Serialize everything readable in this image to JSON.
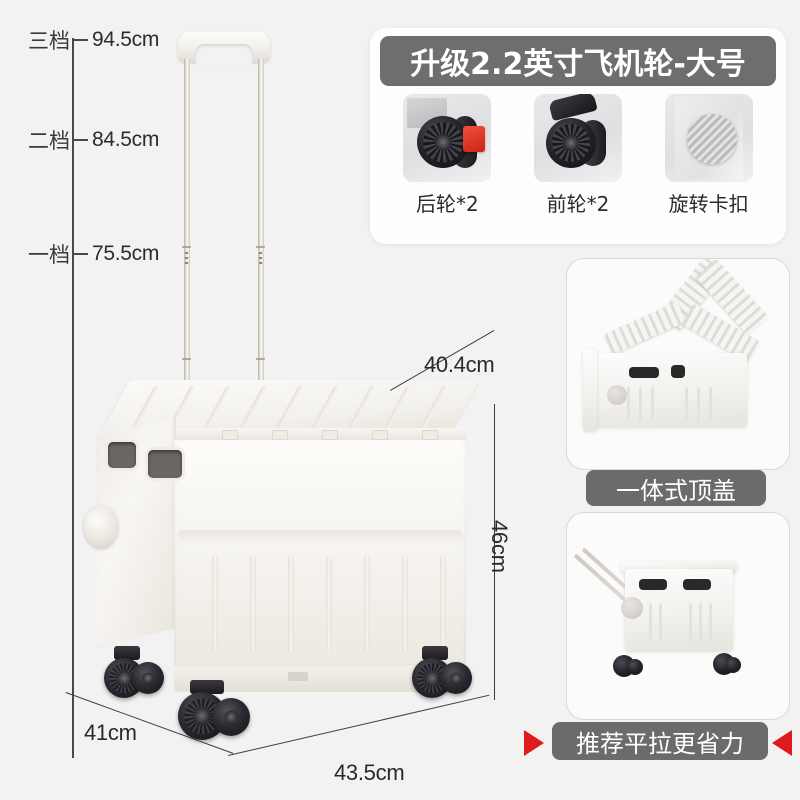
{
  "background_color": "#f2f2f2",
  "height_scale": {
    "name": "telescoping-handle-height-scale",
    "ticks": [
      {
        "gear": "三档",
        "value": "94.5cm"
      },
      {
        "gear": "二档",
        "value": "84.5cm"
      },
      {
        "gear": "一档",
        "value": "75.5cm"
      }
    ]
  },
  "dimensions": {
    "depth_top": "40.4cm",
    "height_right": "46cm",
    "depth_bottom": "41cm",
    "width_bottom": "43.5cm"
  },
  "wheel_card": {
    "banner_title": "升级2.2英寸飞机轮-大号",
    "banner_bg": "#6e6e6e",
    "banner_text_color": "#ffffff",
    "items": [
      {
        "icon": "rear-caster-wheel-icon",
        "label": "后轮*2"
      },
      {
        "icon": "front-caster-wheel-icon",
        "label": "前轮*2"
      },
      {
        "icon": "rotary-latch-knob-icon",
        "label": "旋转卡扣"
      }
    ]
  },
  "feature_panels": [
    {
      "name": "integrated-top-cover",
      "caption": "一体式顶盖",
      "caption_bg": "#6b6b6b"
    },
    {
      "name": "flat-pull-recommendation",
      "caption": "推荐平拉更省力",
      "caption_bg": "#6b6b6b",
      "arrow_color": "#e01b1b",
      "arrow_left": "◀",
      "arrow_right": "◀"
    }
  ]
}
